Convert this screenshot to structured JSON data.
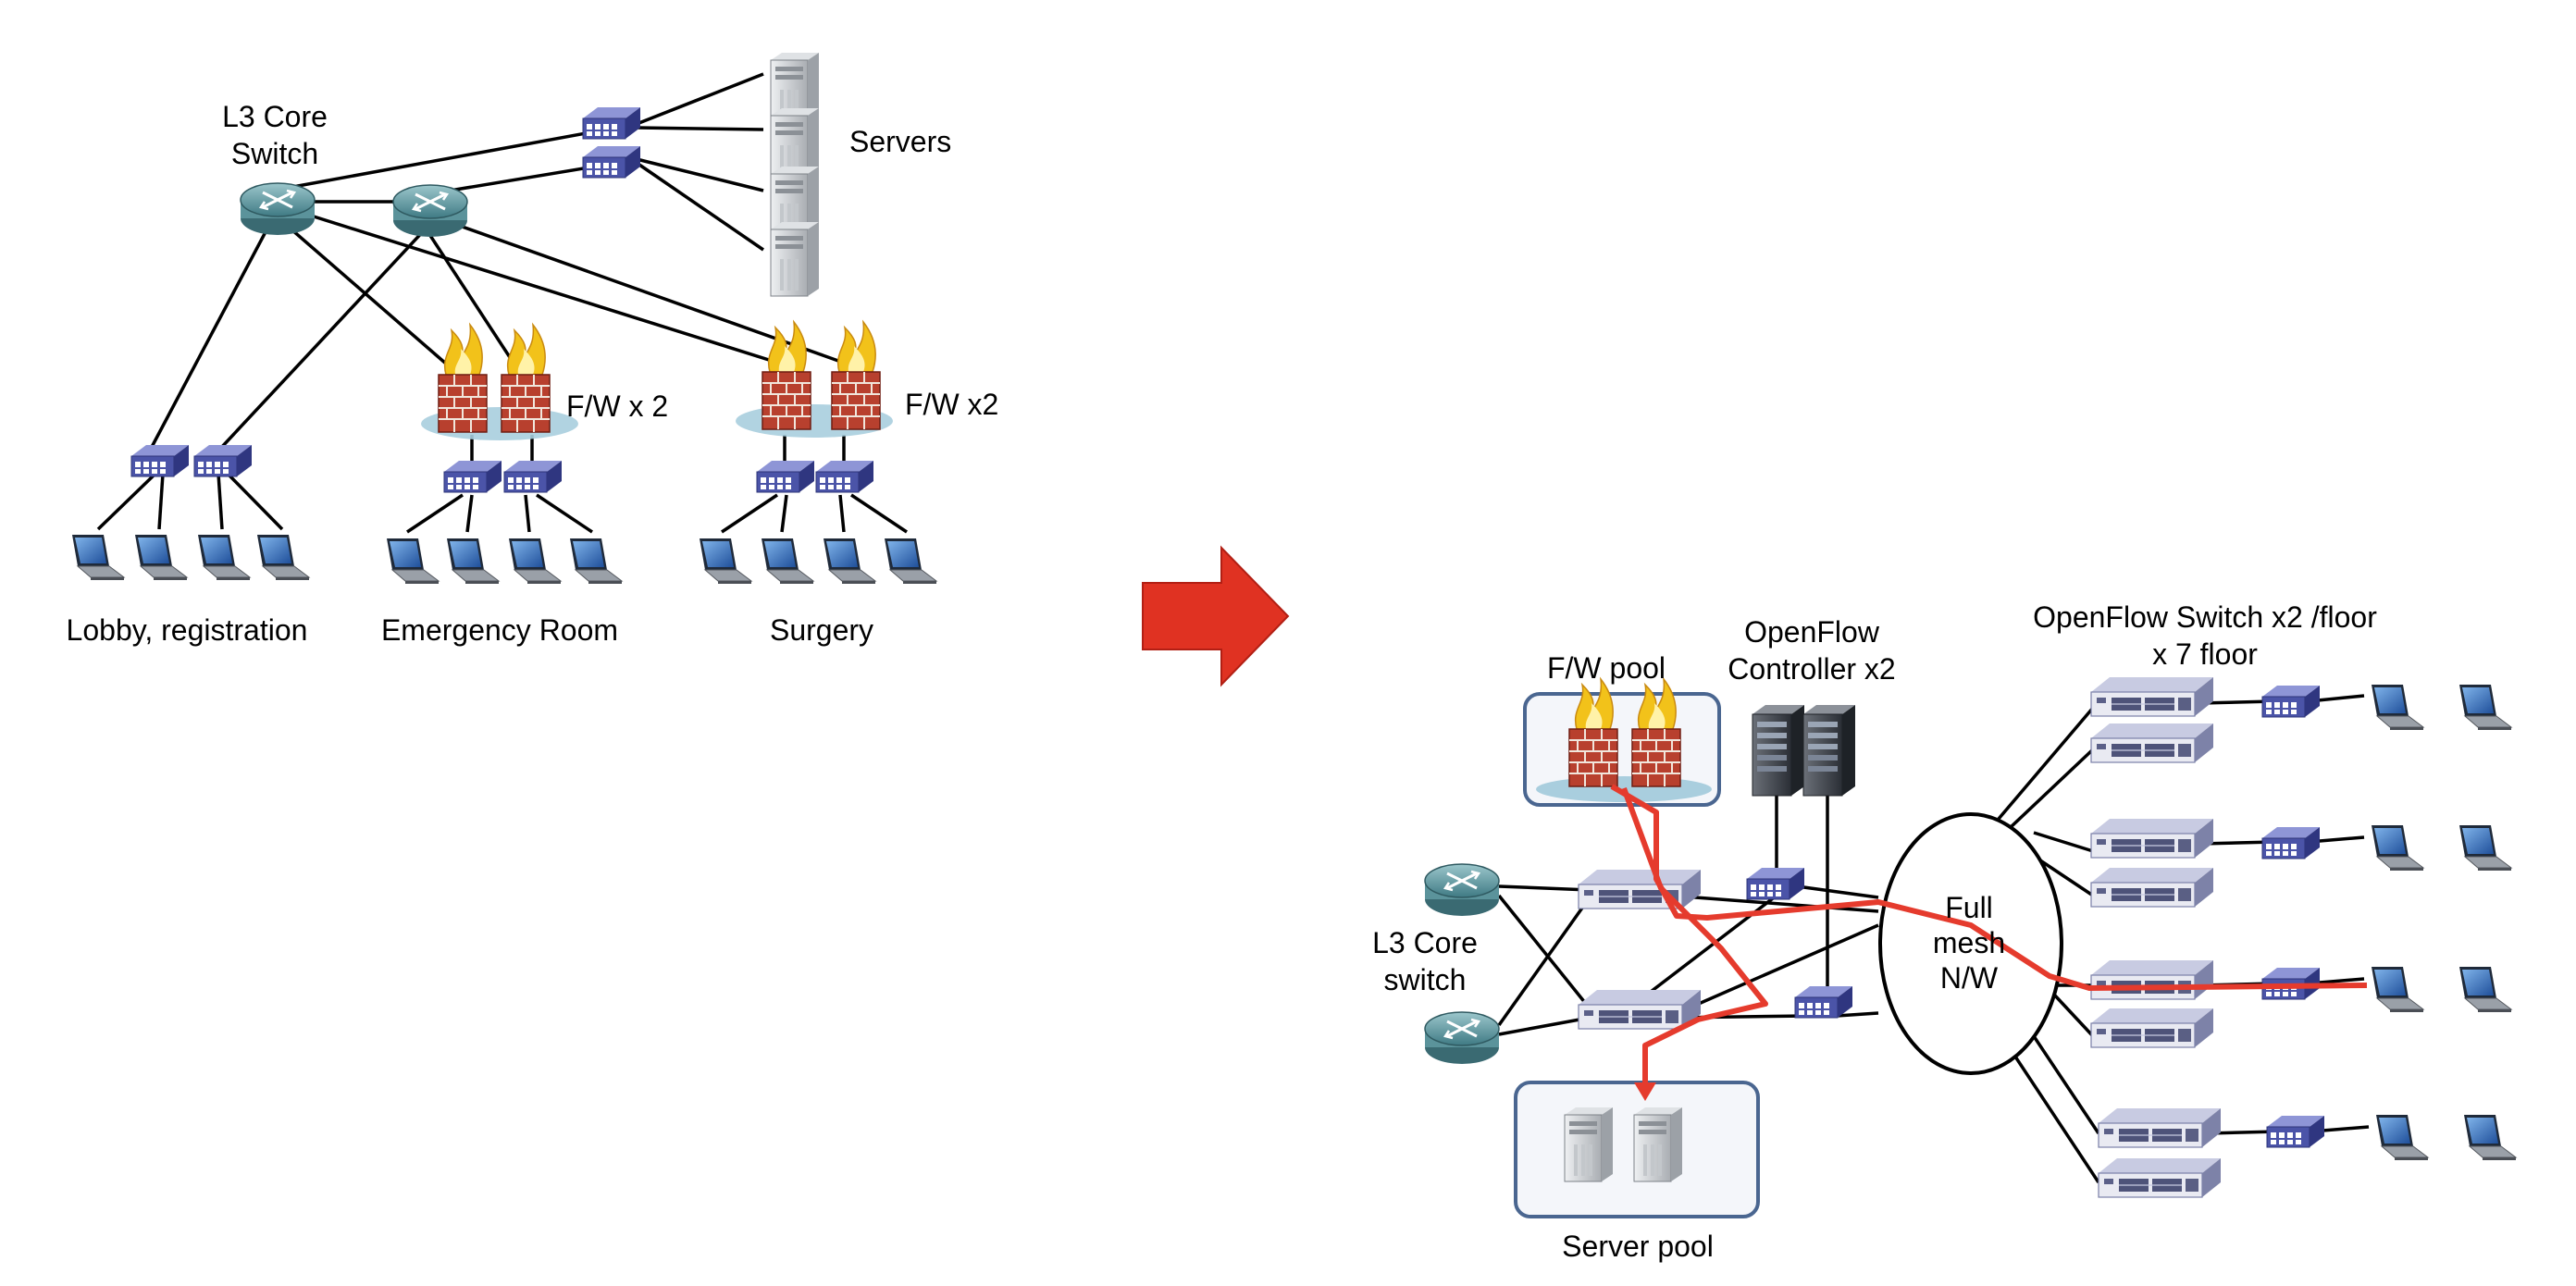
{
  "before": {
    "core_switch_label": [
      "L3 Core",
      "Switch"
    ],
    "servers_label": "Servers",
    "firewall_er_label": "F/W x 2",
    "firewall_surgery_label": "F/W x2",
    "zones": [
      "Lobby, registration",
      "Emergency Room",
      "Surgery"
    ]
  },
  "after": {
    "firewall_pool_label": "F/W pool",
    "controller_label": [
      "OpenFlow",
      "Controller x2"
    ],
    "openflow_switch_label": [
      "OpenFlow Switch x2 /floor",
      "x 7 floor"
    ],
    "core_switch_label": [
      "L3 Core",
      "switch"
    ],
    "mesh_label": [
      "Full",
      "mesh",
      "N/W"
    ],
    "server_pool_label": "Server pool"
  },
  "colors": {
    "arrow": "#e03222",
    "path": "#e53b2d",
    "pool_border": "#4a6690",
    "brick": "#b8402e",
    "flame": "#f2c21a",
    "router": "#4f8a93",
    "switch": "#4b54a8",
    "laptop": "#2f5da8"
  }
}
